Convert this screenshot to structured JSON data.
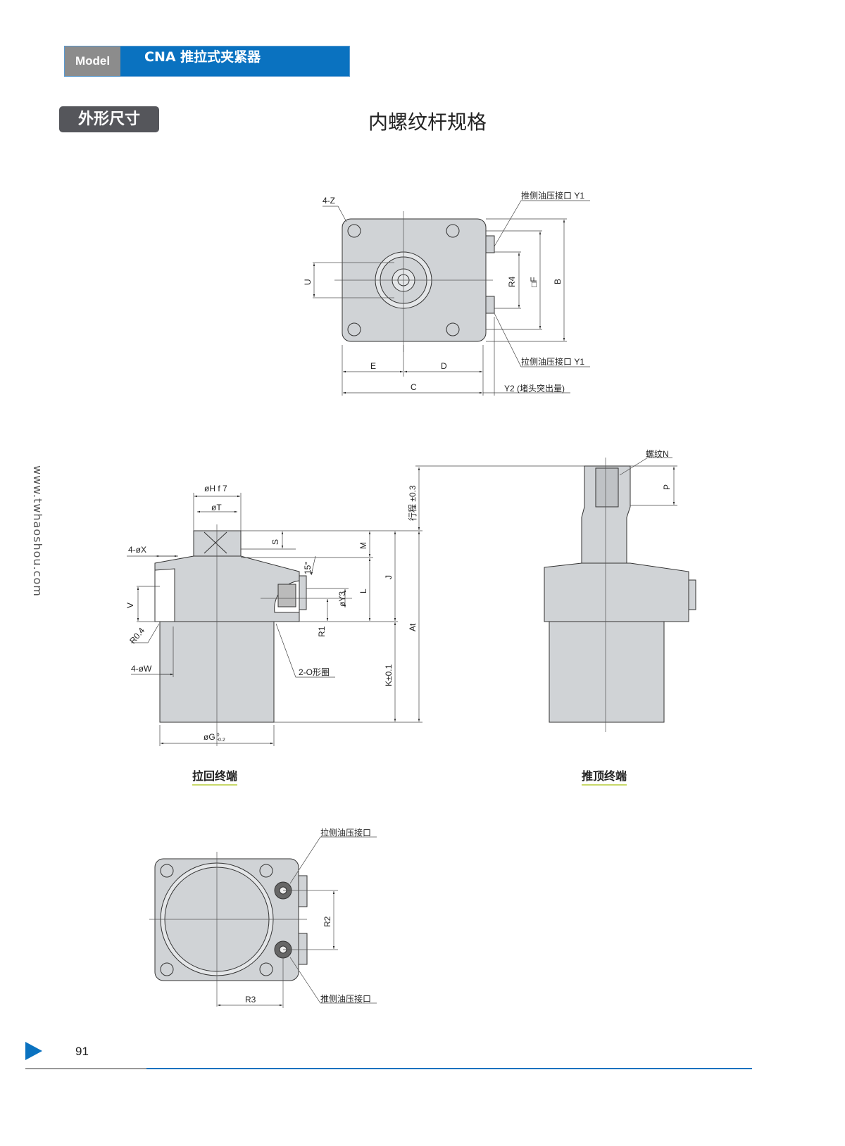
{
  "header": {
    "model_label": "Model",
    "title": "CNA  推拉式夹紧器"
  },
  "section_tag": "外形尺寸",
  "page_title": "内螺纹杆规格",
  "side_url": "www.twhaoshou.com",
  "top_view": {
    "labels": {
      "z": "4-Z",
      "push_port": "推侧油压接口 Y1",
      "pull_port": "拉侧油压接口 Y1",
      "u": "U",
      "r4": "R4",
      "f": "□F",
      "b": "B",
      "e": "E",
      "d": "D",
      "c": "C",
      "y2": "Y2 (堵头突出量)"
    }
  },
  "side_view_retract": {
    "caption": "拉回终端",
    "labels": {
      "h": "øH f 7",
      "t": "øT",
      "x": "4-øX",
      "s": "S",
      "m": "M",
      "angle": "15°",
      "y3": "øY3",
      "l": "L",
      "j": "J",
      "v": "V",
      "r04": "R0.4",
      "r1": "R1",
      "w": "4-øW",
      "oring": "2-O形圈",
      "k": "K±0.1",
      "at": "At",
      "stroke": "行程 ±0.3",
      "g": "øG",
      "g_tol_upper": "0",
      "g_tol_lower": "-0.2"
    }
  },
  "side_view_extend": {
    "caption": "推顶终端",
    "labels": {
      "thread": "螺纹N",
      "p": "P"
    }
  },
  "bottom_view": {
    "labels": {
      "pull_port": "拉侧油压接口",
      "push_port": "推侧油压接口",
      "r2": "R2",
      "r3": "R3"
    }
  },
  "footer": {
    "page_number": "91"
  },
  "colors": {
    "brand_blue": "#0a72c0",
    "body_gray": "#d0d3d6",
    "underline": "#c8d86a"
  }
}
